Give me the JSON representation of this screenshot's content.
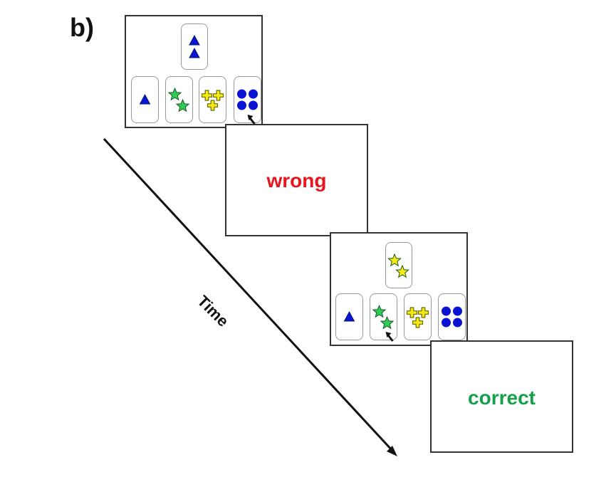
{
  "figure_label": "b)",
  "time_label": "Time",
  "colors": {
    "blue": "#0a14d2",
    "green": "#2ecc55",
    "yellow": "#f5ea12",
    "wrong": "#e8141e",
    "correct": "#16a04a"
  },
  "trials": [
    {
      "target": {
        "shape": "triangle",
        "color": "blue",
        "count": 2
      },
      "choices": [
        {
          "shape": "triangle",
          "color": "blue",
          "count": 1
        },
        {
          "shape": "star",
          "color": "green",
          "count": 2
        },
        {
          "shape": "cross",
          "color": "yellow",
          "count": 3
        },
        {
          "shape": "circle",
          "color": "blue",
          "count": 4
        }
      ],
      "selected_index": 3,
      "feedback": "wrong"
    },
    {
      "target": {
        "shape": "star",
        "color": "yellow",
        "count": 2
      },
      "choices": [
        {
          "shape": "triangle",
          "color": "blue",
          "count": 1
        },
        {
          "shape": "star",
          "color": "green",
          "count": 2
        },
        {
          "shape": "cross",
          "color": "yellow",
          "count": 3
        },
        {
          "shape": "circle",
          "color": "blue",
          "count": 4
        }
      ],
      "selected_index": 1,
      "feedback": "correct"
    }
  ]
}
